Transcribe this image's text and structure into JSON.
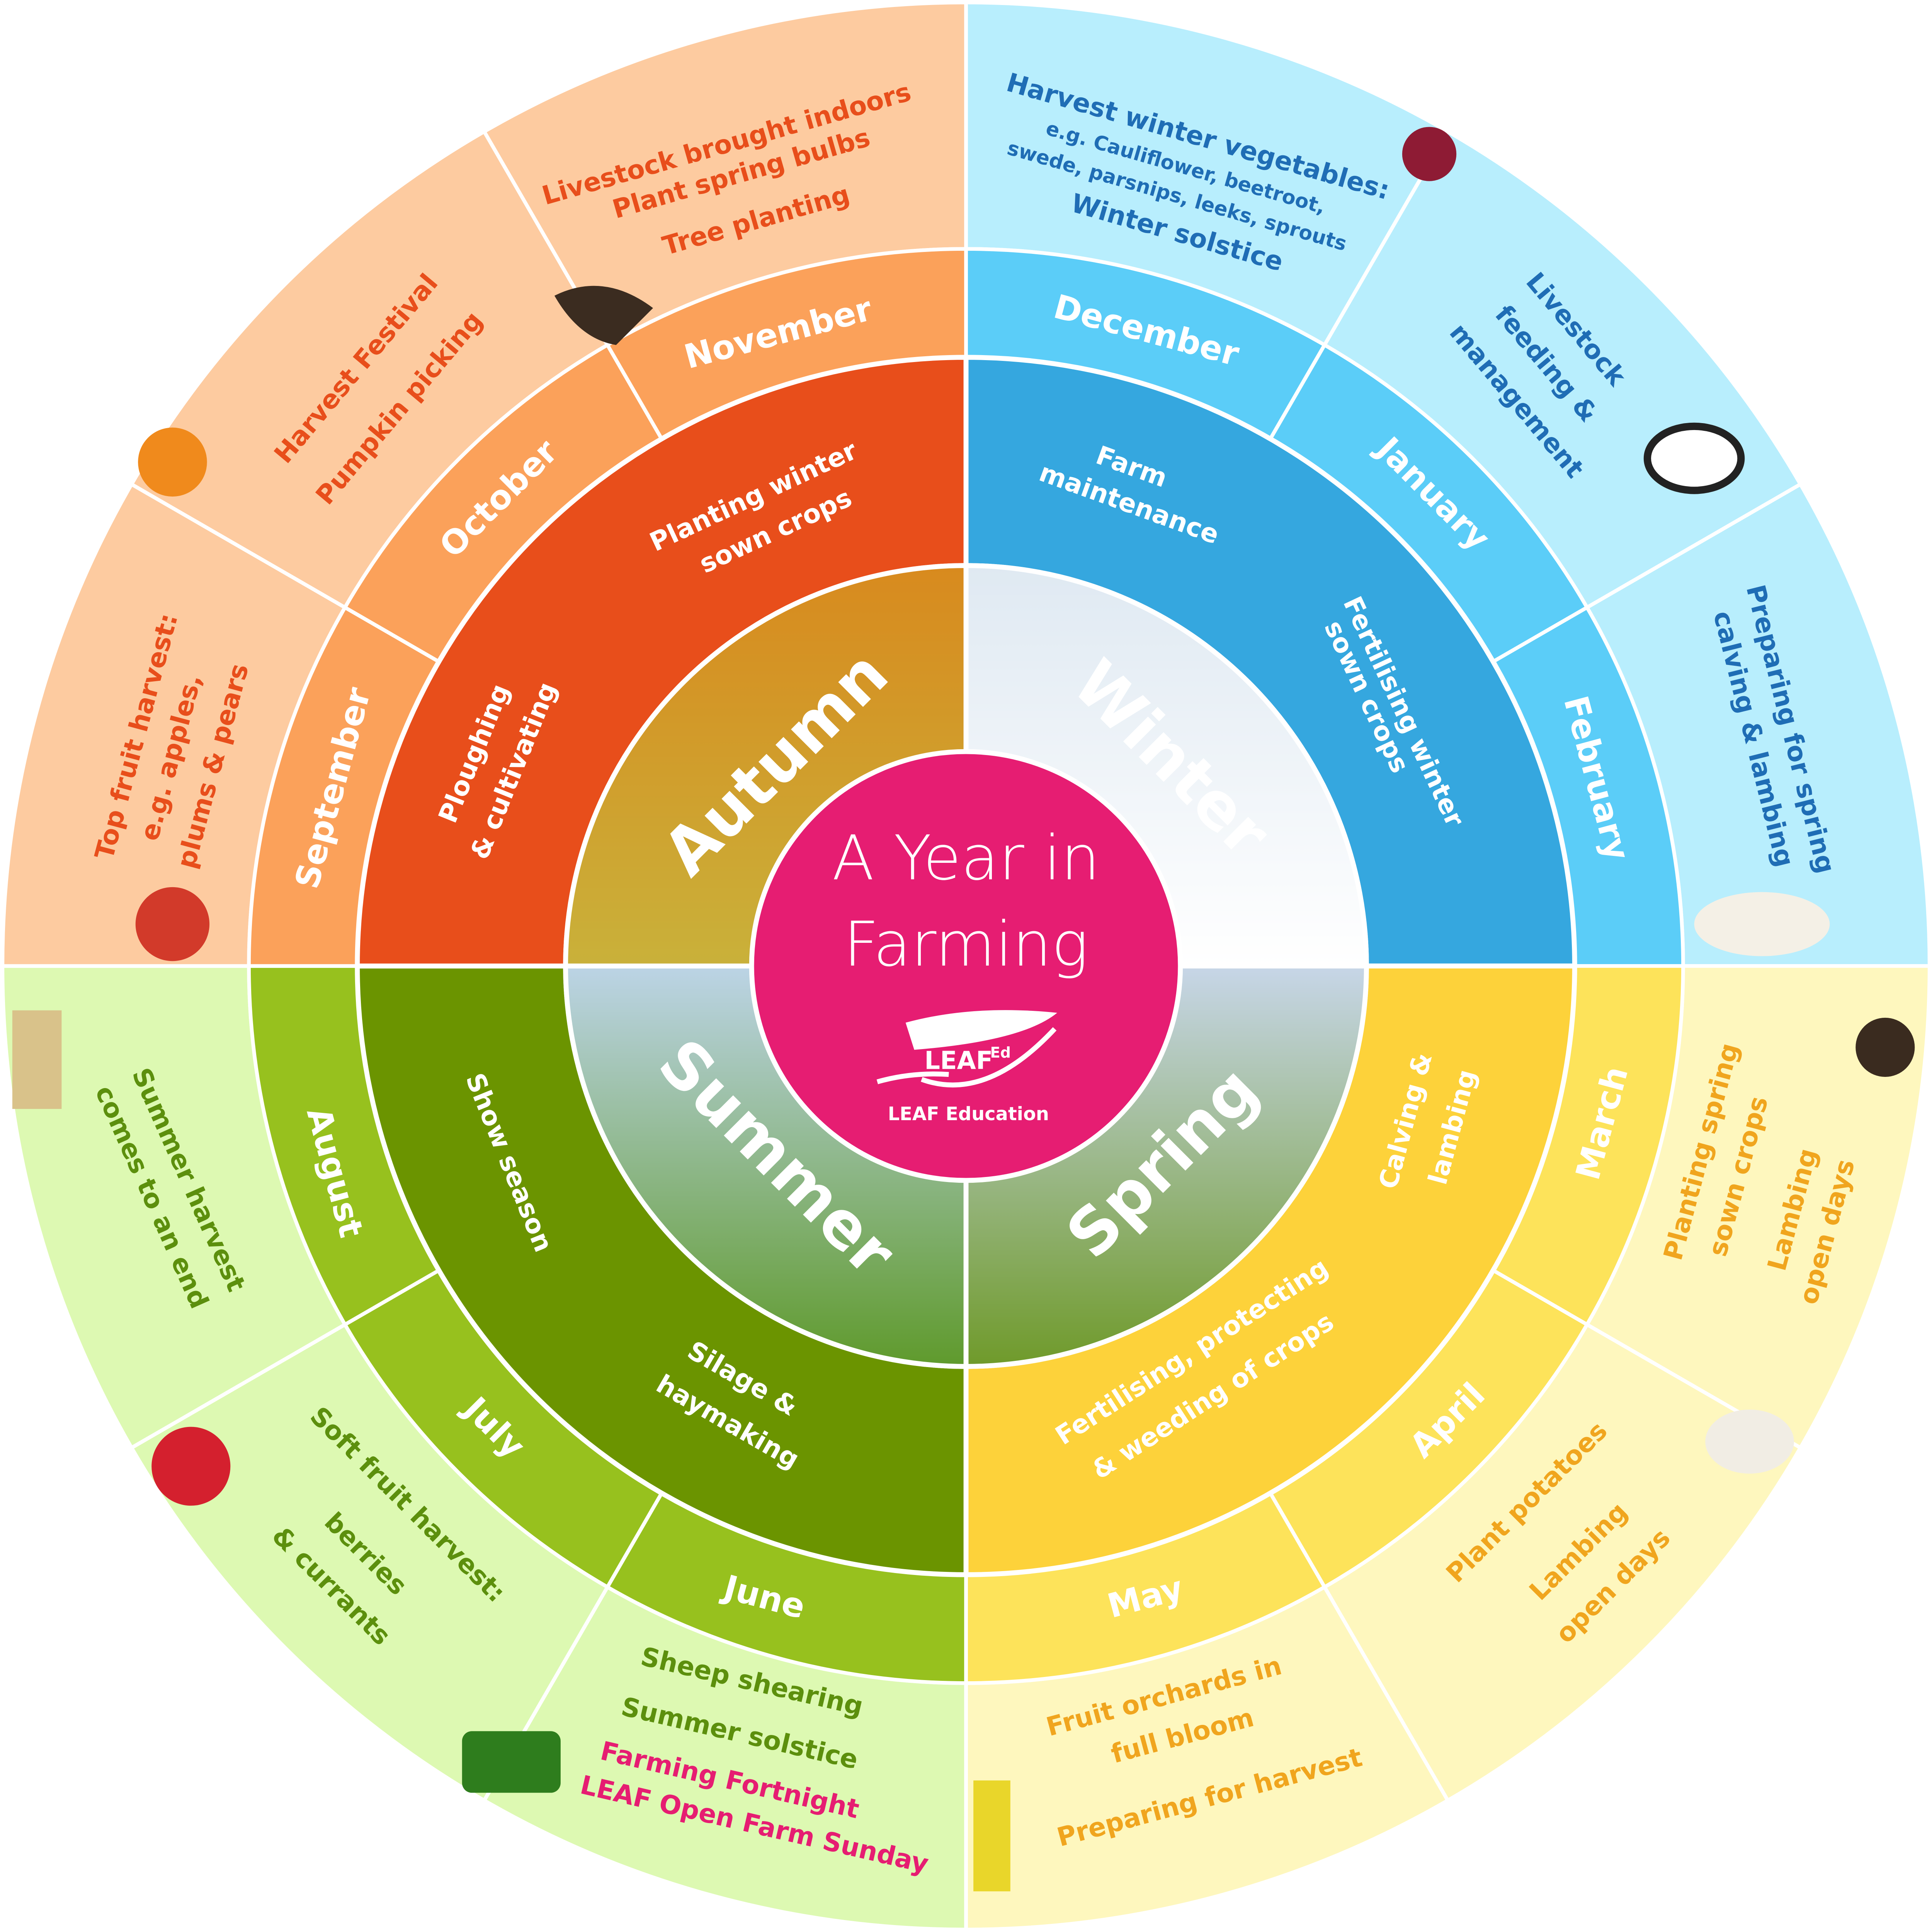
{
  "title": [
    "A Year in",
    "Farming"
  ],
  "logo": {
    "mark": "LEAF",
    "superscript": "Ed",
    "caption": "LEAF Education"
  },
  "seasons": [
    {
      "name": "Winter",
      "colors": {
        "outer": "#B8EEFD",
        "month": "#5BCDF8",
        "activity": "#35A7DF",
        "text": "#1F6DB5",
        "img1": "#dfe9f2",
        "img2": "#ffffff"
      },
      "months": [
        "December",
        "January",
        "February"
      ],
      "activities": [
        [
          "Farm",
          "maintenance"
        ],
        [
          "Fertilising winter",
          "sown crops"
        ]
      ],
      "outer": {
        "dec": [
          "Harvest winter vegetables:",
          "e.g. Cauliflower, beetroot,",
          "swede, parsnips, leeks, sprouts",
          "Winter solstice"
        ],
        "jan": [
          "Livestock",
          "feeding &",
          "management"
        ],
        "feb": [
          "Preparing for spring",
          "calving & lambing"
        ]
      }
    },
    {
      "name": "Spring",
      "colors": {
        "outer": "#FEF7BE",
        "month": "#FDE35A",
        "activity": "#FDD23A",
        "text": "#F0A51E",
        "img1": "#c7d6e8",
        "img2": "#6f9a2a"
      },
      "months": [
        "March",
        "April",
        "May"
      ],
      "activities": [
        [
          "Calving &",
          "lambing"
        ],
        [
          "Fertilising, protecting",
          "& weeding of crops"
        ]
      ],
      "outer": {
        "mar": [
          "Planting spring",
          "sown crops",
          "Lambing",
          "open days"
        ],
        "apr": [
          "Plant potatoes",
          "Lambing",
          "open days"
        ],
        "may": [
          "Fruit orchards in",
          "full bloom",
          "Preparing for harvest"
        ]
      }
    },
    {
      "name": "Summer",
      "colors": {
        "outer": "#DDF9B2",
        "month": "#97C11E",
        "activity": "#6B9400",
        "text": "#5C8F0D",
        "img1": "#bcd4e6",
        "img2": "#5f9a2c"
      },
      "months": [
        "June",
        "July",
        "August"
      ],
      "activities": [
        [
          "Silage &",
          "haymaking"
        ],
        [
          "Show season"
        ]
      ],
      "outer": {
        "jun": [
          "Sheep shearing",
          "Summer solstice",
          "Farming Fortnight",
          "LEAF Open Farm Sunday"
        ],
        "jul": [
          "Soft fruit harvest:",
          "berries",
          "& currants"
        ],
        "aug": [
          "Summer harvest",
          "comes to an end"
        ]
      }
    },
    {
      "name": "Autumn",
      "colors": {
        "outer": "#FDCBA0",
        "month": "#FBA15A",
        "activity": "#E84E1B",
        "text": "#E84E1B",
        "img1": "#d88a1e",
        "img2": "#c9b13a"
      },
      "months": [
        "September",
        "October",
        "November"
      ],
      "activities": [
        [
          "Ploughing",
          "& cultivating"
        ],
        [
          "Planting winter",
          "sown crops"
        ]
      ],
      "outer": {
        "sep": [
          "Top fruit harvest:",
          "e.g. apples,",
          "plums & pears"
        ],
        "oct": [
          "Harvest Festival",
          "Pumpkin picking"
        ],
        "nov": [
          "Livestock brought indoors",
          "Plant spring bulbs",
          "Tree planting"
        ]
      }
    }
  ],
  "center_color": "#E61D72",
  "highlight_color": "#E61D72"
}
